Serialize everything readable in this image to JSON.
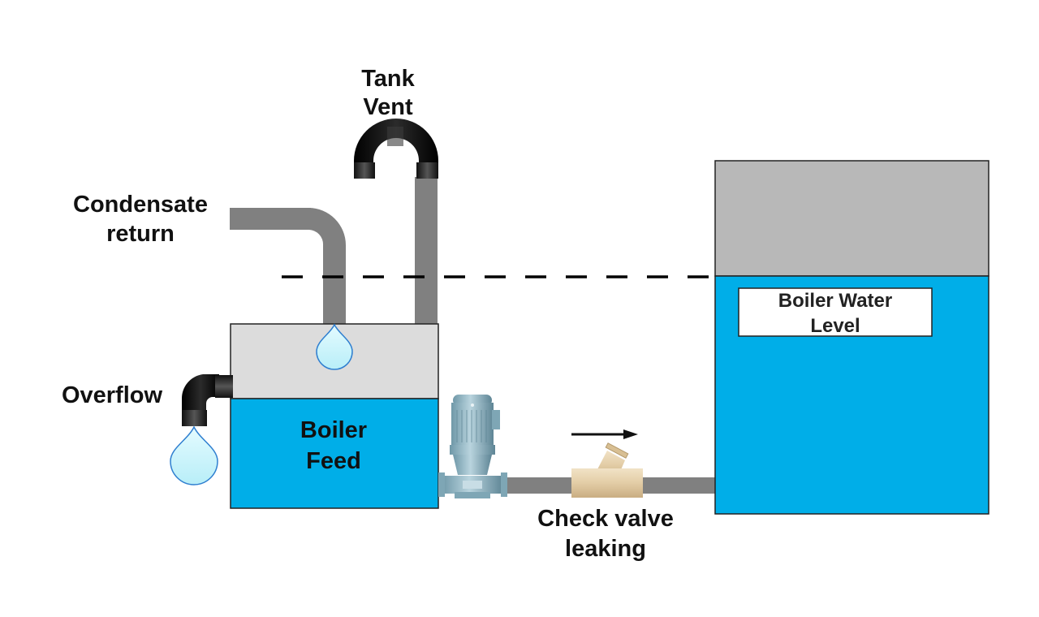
{
  "diagram": {
    "title": "Boiler feed system with leaking check valve",
    "labels": {
      "tank_vent": [
        "Tank",
        "Vent"
      ],
      "condensate_return": [
        "Condensate",
        "return"
      ],
      "overflow": "Overflow",
      "boiler_feed": [
        "Boiler",
        "Feed"
      ],
      "check_valve": [
        "Check valve",
        "leaking"
      ],
      "boiler_water_level": [
        "Boiler Water",
        "Level"
      ]
    },
    "components": [
      {
        "id": "boiler-feed-tank",
        "type": "tank"
      },
      {
        "id": "condensate-return-pipe",
        "type": "pipe"
      },
      {
        "id": "tank-vent-pipe",
        "type": "pipe"
      },
      {
        "id": "overflow-elbow",
        "type": "elbow"
      },
      {
        "id": "feed-pump",
        "type": "pump"
      },
      {
        "id": "check-valve",
        "type": "valve"
      },
      {
        "id": "boiler",
        "type": "vessel"
      }
    ],
    "flow_direction": "right",
    "colors": {
      "water": "#00aee8",
      "tank_air": "#dcdcdc",
      "boiler_steam": "#b8b8b8",
      "pipe": "#808080",
      "elbow": "#141414",
      "drop_fill": "#c8f2fa",
      "drop_stroke": "#2f7fd0",
      "valve": "#e3cda6",
      "pump": "#8fb6c4",
      "level_line": "#000000"
    }
  }
}
